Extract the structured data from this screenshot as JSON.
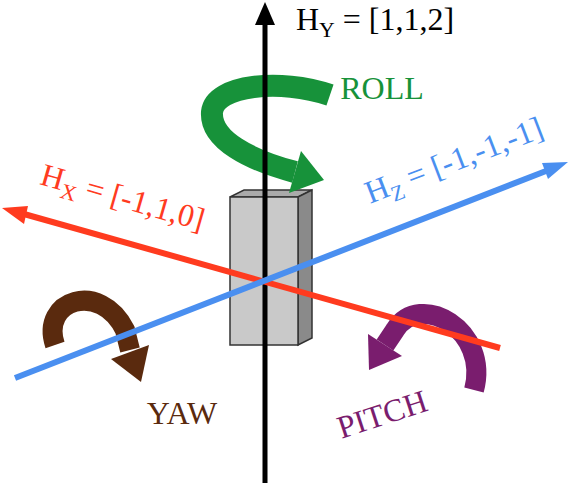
{
  "diagram": {
    "labels": [
      "H",
      "Y",
      "= [1,1,2]",
      "ROLL",
      "H",
      "X",
      "= [-1,1,0]",
      "H",
      "Z",
      "= [-1,-1,-1]",
      "YAW",
      "PITCH"
    ]
  }
}
